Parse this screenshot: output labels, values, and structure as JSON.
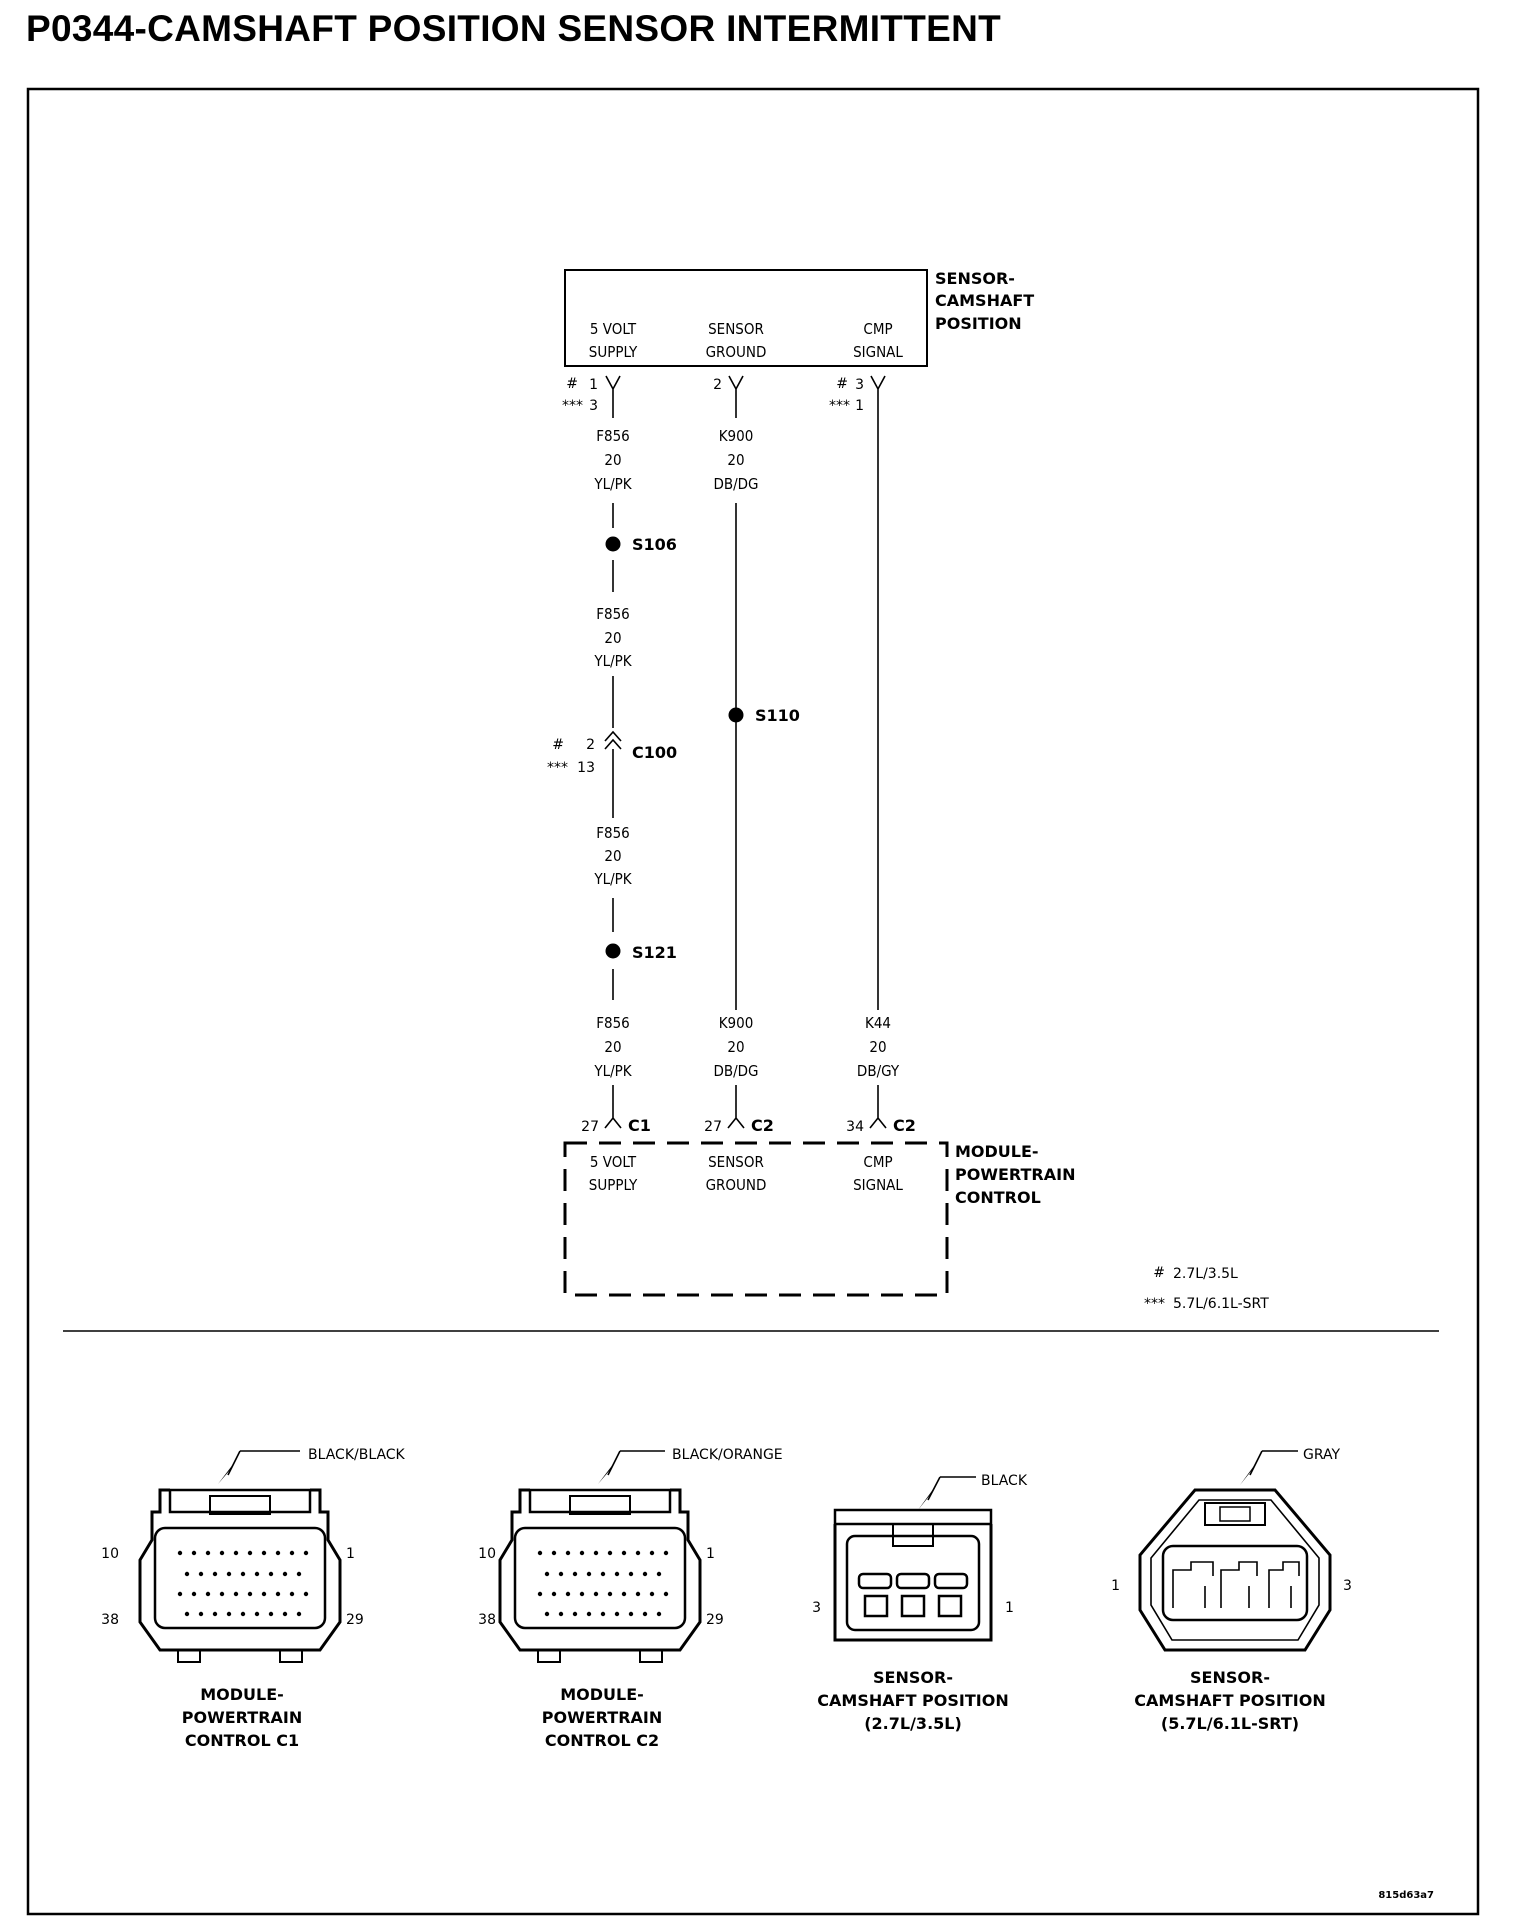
{
  "title": "P0344-CAMSHAFT POSITION SENSOR INTERMITTENT",
  "sensor": {
    "name_lines": [
      "SENSOR-",
      "CAMSHAFT",
      "POSITION"
    ],
    "terminals": [
      {
        "line1": "5 VOLT",
        "line2": "SUPPLY"
      },
      {
        "line1": "SENSOR",
        "line2": "GROUND"
      },
      {
        "line1": "CMP",
        "line2": "SIGNAL"
      }
    ],
    "pins": {
      "supply_hash": "1",
      "supply_star": "3",
      "ground": "2",
      "signal_hash": "3",
      "signal_star": "1"
    }
  },
  "pin_marks": {
    "hash": "#",
    "star": "***"
  },
  "wires": {
    "f856": {
      "circuit": "F856",
      "gauge": "20",
      "color": "YL/PK"
    },
    "k900": {
      "circuit": "K900",
      "gauge": "20",
      "color": "DB/DG"
    },
    "k44": {
      "circuit": "K44",
      "gauge": "20",
      "color": "DB/GY"
    }
  },
  "splices": {
    "s106": "S106",
    "s110": "S110",
    "s121": "S121"
  },
  "inline_connector": {
    "name": "C100",
    "pin_hash": "2",
    "pin_star": "13"
  },
  "pcm": {
    "name_lines": [
      "MODULE-",
      "POWERTRAIN",
      "CONTROL"
    ],
    "supply_pin": "27",
    "supply_conn": "C1",
    "ground_pin": "27",
    "ground_conn": "C2",
    "signal_pin": "34",
    "signal_conn": "C2",
    "terminals": [
      {
        "line1": "5 VOLT",
        "line2": "SUPPLY"
      },
      {
        "line1": "SENSOR",
        "line2": "GROUND"
      },
      {
        "line1": "CMP",
        "line2": "SIGNAL"
      }
    ]
  },
  "legend": [
    {
      "mark": "#",
      "text": "2.7L/3.5L"
    },
    {
      "mark": "***",
      "text": "5.7L/6.1L-SRT"
    }
  ],
  "connector_views": [
    {
      "callout": "BLACK/BLACK",
      "pins": [
        "10",
        "1",
        "38",
        "29"
      ],
      "label": [
        "MODULE-",
        "POWERTRAIN",
        "CONTROL C1"
      ]
    },
    {
      "callout": "BLACK/ORANGE",
      "pins": [
        "10",
        "1",
        "38",
        "29"
      ],
      "label": [
        "MODULE-",
        "POWERTRAIN",
        "CONTROL C2"
      ]
    },
    {
      "callout": "BLACK",
      "pins": [
        "3",
        "1"
      ],
      "label": [
        "SENSOR-",
        "CAMSHAFT POSITION",
        "(2.7L/3.5L)"
      ]
    },
    {
      "callout": "GRAY",
      "pins": [
        "1",
        "3"
      ],
      "label": [
        "SENSOR-",
        "CAMSHAFT POSITION",
        "(5.7L/6.1L-SRT)"
      ]
    }
  ],
  "figure_id": "815d63a7"
}
